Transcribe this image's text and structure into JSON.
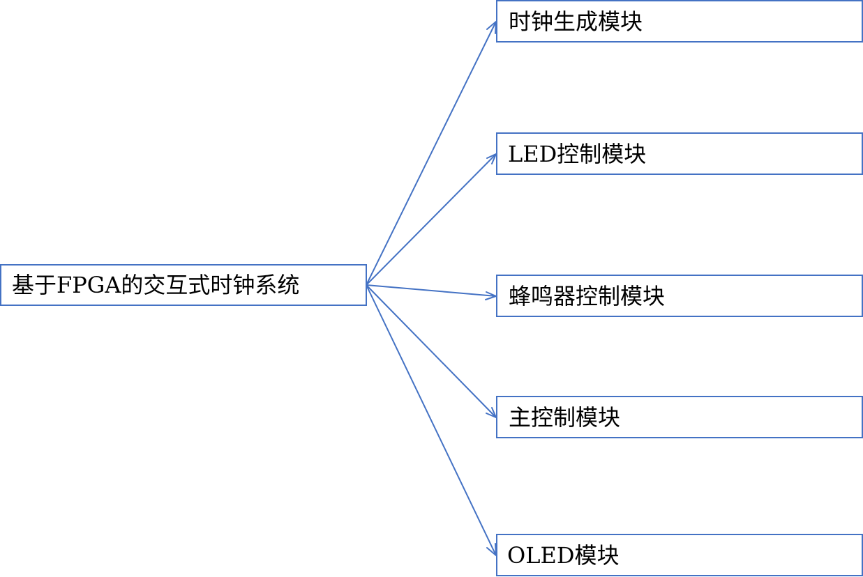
{
  "diagram": {
    "root": {
      "label": "基于FPGA的交互式时钟系统"
    },
    "children": [
      {
        "label": "时钟生成模块"
      },
      {
        "label": "LED控制模块"
      },
      {
        "label": "蜂鸣器控制模块"
      },
      {
        "label": "主控制模块"
      },
      {
        "label": "OLED模块"
      }
    ],
    "colors": {
      "line": "#4472c4",
      "box_border": "#4472c4",
      "text": "#000000"
    }
  }
}
